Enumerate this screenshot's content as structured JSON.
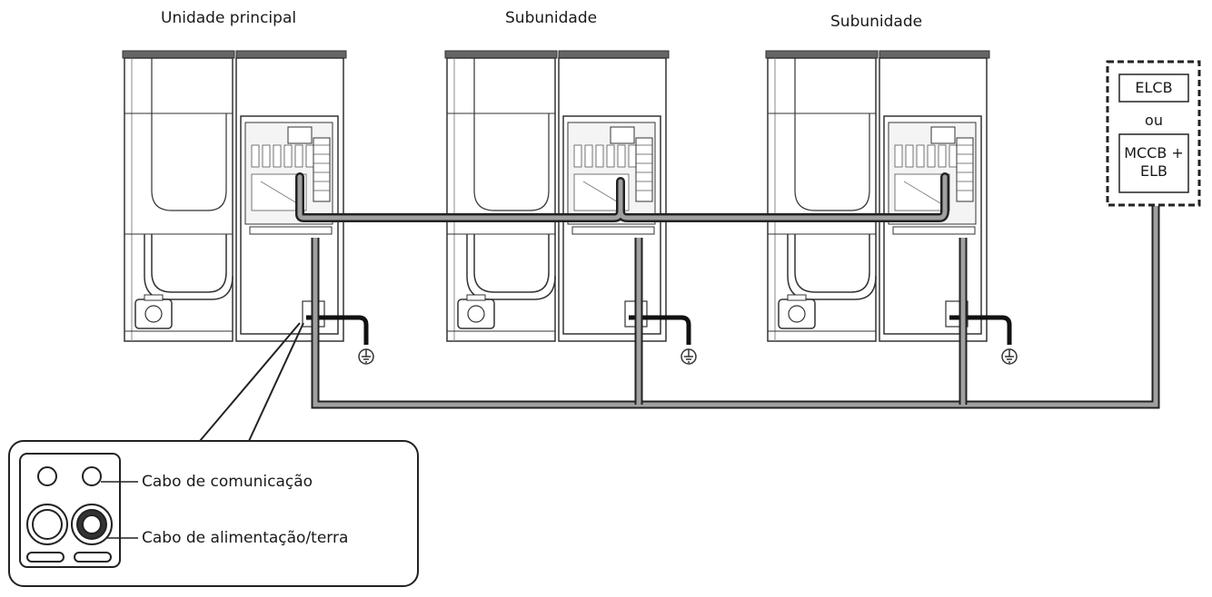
{
  "units": [
    {
      "label": "Unidade principal"
    },
    {
      "label": "Subunidade"
    },
    {
      "label": "Subunidade"
    }
  ],
  "breaker": {
    "option_a": "ELCB",
    "separator": "ou",
    "option_b_line1": "MCCB +",
    "option_b_line2": "ELB"
  },
  "callout": {
    "communication_cable": "Cabo de comunicação",
    "power_ground_cable": "Cabo de alimentação/terra"
  },
  "icons": {
    "ground": "ground-symbol-icon"
  },
  "colors": {
    "line": "#333333",
    "cable_fill": "#9a9a9a",
    "cable_border": "#2a2a2a"
  }
}
